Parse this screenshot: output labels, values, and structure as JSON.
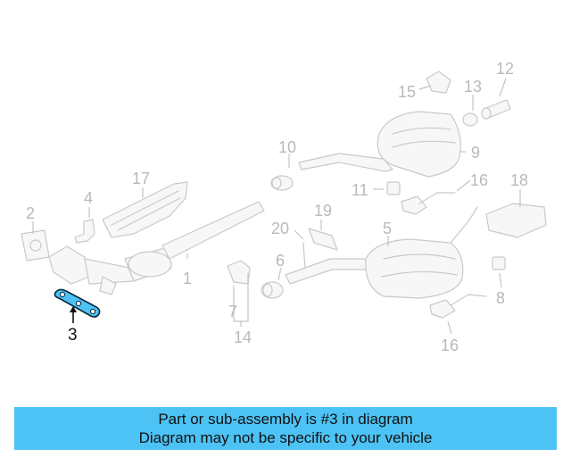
{
  "callouts": {
    "c1": "1",
    "c2": "2",
    "c3": "3",
    "c4": "4",
    "c5": "5",
    "c6": "6",
    "c7": "7",
    "c8": "8",
    "c9": "9",
    "c10": "10",
    "c11": "11",
    "c12": "12",
    "c13": "13",
    "c14": "14",
    "c15": "15",
    "c16a": "16",
    "c16b": "16",
    "c17": "17",
    "c18": "18",
    "c19": "19",
    "c20": "20"
  },
  "highlight": {
    "part_number": "3",
    "color": "#4dc3f5"
  },
  "banner": {
    "line1": "Part or sub-assembly is #3 in diagram",
    "line2": "Diagram may not be specific to your vehicle",
    "color": "#4dc3f5"
  }
}
